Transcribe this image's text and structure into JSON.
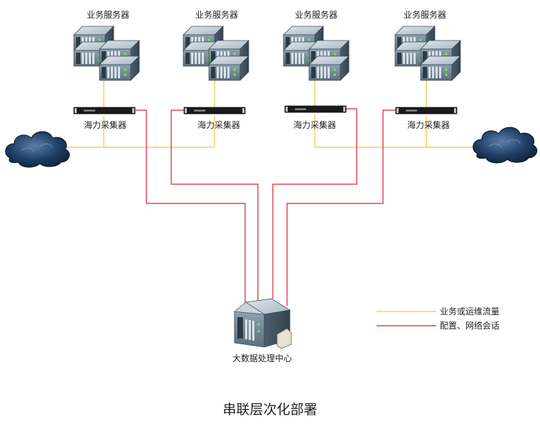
{
  "diagram": {
    "title": "串联层次化部署",
    "server_group_label": "业务服务器",
    "collector_label": "海力采集器",
    "center_label": "大数据处理中心",
    "colors": {
      "business_flow": "#F5C242",
      "config_session": "#D8202A"
    },
    "icons": {
      "server": "server-rack-icon",
      "collector": "collector-appliance-icon",
      "cloud": "network-cloud-icon",
      "center": "data-center-server-icon"
    }
  },
  "legend": {
    "items": [
      {
        "label": "业务或运维流量",
        "color": "#F5C242"
      },
      {
        "label": "配置、网络会话",
        "color": "#D8202A"
      }
    ]
  }
}
